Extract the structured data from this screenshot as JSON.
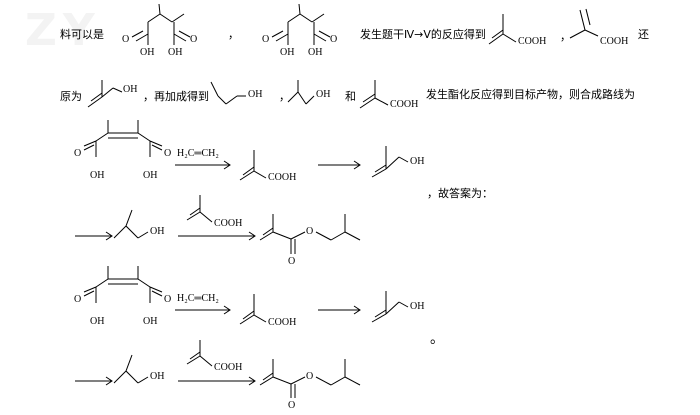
{
  "watermark": "ZY",
  "text": {
    "line1_prefix": "料可以是",
    "line1_comma": "，",
    "line1_mid": "发生题干Ⅳ→Ⅴ的反应得到",
    "line1_comma2": "，",
    "line1_suffix": "还",
    "line2_a": "原为",
    "line2_b": "，再加成得到",
    "line2_c": "，",
    "line2_d": "和",
    "line2_e": "发生酯化反应得到目标产物，则合成路线为",
    "answer": "，故答案为：",
    "dot": "。"
  },
  "labels": {
    "oh": "OH",
    "cooh": "COOH",
    "h2c_ch2": "H₂C═CH₂"
  }
}
